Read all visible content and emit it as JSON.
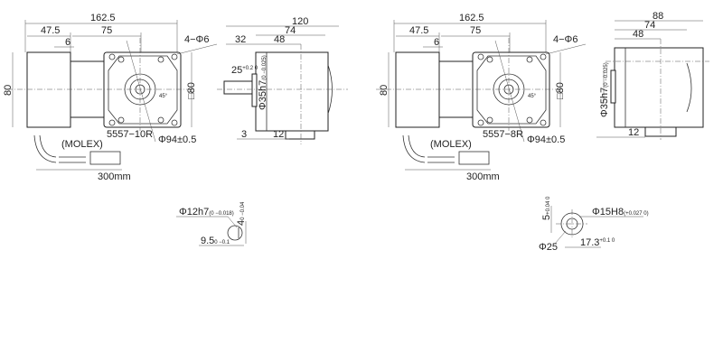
{
  "left_motor": {
    "front": {
      "overall": "162.5",
      "gearbox": "47.5",
      "flange": "75",
      "gap": "6",
      "holes": "4−Φ6",
      "height": "80",
      "square": "□80",
      "connector": "5557−10R",
      "brand": "(MOLEX)",
      "pcd": "Φ94±0.5",
      "cable": "300mm",
      "angle": "45°"
    },
    "side": {
      "overall": "120",
      "body": "74",
      "shaft_len": "32",
      "center": "48",
      "key": "25",
      "key_tol": "+0.2 0",
      "shaft_dia": "Φ35h7",
      "shaft_tol": "(0 −0.025)",
      "flange_t": "3",
      "foot": "12"
    }
  },
  "right_motor": {
    "front": {
      "overall": "162.5",
      "gearbox": "47.5",
      "flange": "75",
      "gap": "6",
      "holes": "4−Φ6",
      "height": "80",
      "square": "□80",
      "connector": "5557−8R",
      "brand": "(MOLEX)",
      "pcd": "Φ94±0.5",
      "cable": "300mm",
      "angle": "45°"
    },
    "side": {
      "overall": "88",
      "body": "74",
      "center": "48",
      "shaft_dia": "Φ35h7",
      "shaft_tol": "(0 −0.025)",
      "foot": "12"
    }
  },
  "shaft_detail": {
    "dia": "Φ12h7",
    "dia_tol": "(0 −0.018)",
    "key": "4",
    "key_tol": "0 −0.04",
    "flat": "9.5",
    "flat_tol": "0 −0.1"
  },
  "bore_detail": {
    "key": "5",
    "key_tol": "+0.04 0",
    "dia": "Φ15H8",
    "dia_tol": "(+0.027 0)",
    "outer": "Φ25",
    "depth": "17.3",
    "depth_tol": "+0.1 0"
  }
}
